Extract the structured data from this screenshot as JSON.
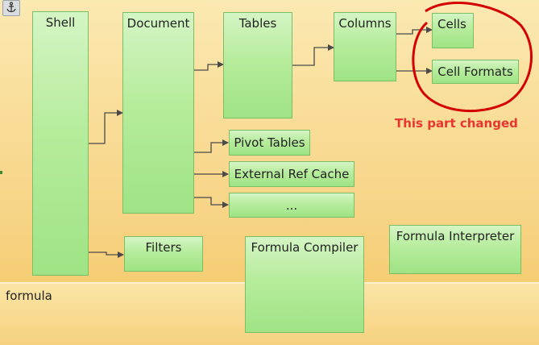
{
  "boxes": {
    "shell": "Shell",
    "document": "Document",
    "tables": "Tables",
    "columns": "Columns",
    "cells": "Cells",
    "cell_formats": "Cell Formats",
    "pivot_tables": "Pivot Tables",
    "external_ref_cache": "External Ref Cache",
    "ellipsis": "...",
    "filters": "Filters",
    "formula_compiler": "Formula Compiler",
    "formula_interpreter": "Formula Interpreter"
  },
  "band_label": "formula",
  "annotation": "This part changed",
  "colors": {
    "box_fill": "#b6ec9c",
    "box_border": "#7bbf64",
    "connector": "#4a4a4a",
    "highlight_circle": "#d40000",
    "annotation": "#e8362f",
    "background": "#f9df9c"
  },
  "icons": {
    "top_left": "anchor-icon"
  }
}
